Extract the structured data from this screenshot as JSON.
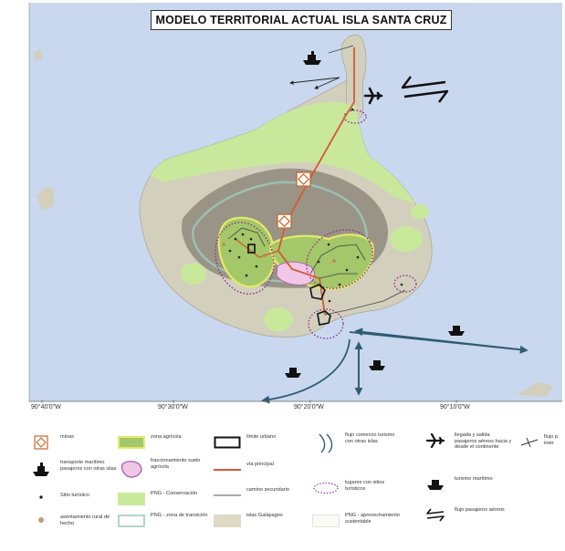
{
  "map": {
    "title": "MODELO TERRITORIAL ACTUAL ISLA SANTA CRUZ",
    "colors": {
      "sea": "#c9d8ee",
      "park_conservation": "#c9e99a",
      "transition_zone": "#b9e3d2",
      "highland": "#8f8a7e",
      "lowland": "#d3cfbd",
      "agricultural_zone": "#a3c769",
      "agri_outline": "#e5ea6a",
      "urban_sprawl": "#a86ab0",
      "main_road": "#d35a35",
      "flow_arrow": "#2f5c73",
      "dotted_outline": "#8a2f8c"
    },
    "coordinates": [
      "90°40'0\"W",
      "90°30'0\"W",
      "90°20'0\"W",
      "90°10'0\"W"
    ]
  },
  "legend": {
    "items": [
      {
        "icon": "mine-icon",
        "label": "minas"
      },
      {
        "icon": "agricultural-zone-swatch",
        "label": "zona agrícola"
      },
      {
        "icon": "urban-limit-swatch",
        "label": "límite urbano"
      },
      {
        "icon": "commerce-flow-icon",
        "label": "flujo comercio turismo con otras islas"
      },
      {
        "icon": "airplane-icon",
        "label": "llegada y salida pasajeros aéreos hacia y desde el continente"
      },
      {
        "icon": "interisland-flow-icon",
        "label": "flujo p. inter"
      },
      {
        "icon": "maritime-transport-icon",
        "label": "transporte marítimo pasajeros con otras islas"
      },
      {
        "icon": "agricultural-sprawl-swatch",
        "label": "fraccionamiento suelo agrícola"
      },
      {
        "icon": "main-road-line",
        "label": "vía principal"
      },
      {
        "icon": "tourist-places-outline",
        "label": "lugares con sitios turísticos"
      },
      {
        "icon": "maritime-tourism-icon",
        "label": "turismo marítimo"
      },
      {
        "icon": "tourist-site-dot",
        "label": "Sitio turístico"
      },
      {
        "icon": "conservation-swatch",
        "label": "PNG - Conservación"
      },
      {
        "icon": "secondary-road-line",
        "label": "camino secundario"
      },
      {
        "icon": "rural-settlement-dot",
        "label": "asentamiento rural de hecho"
      },
      {
        "icon": "transition-zone-swatch",
        "label": "PNG - zona de transición"
      },
      {
        "icon": "galapagos-islands-swatch",
        "label": "islas Galápagos"
      },
      {
        "icon": "sustainable-use-swatch",
        "label": "PNG - aprovechamiento sustentable"
      },
      {
        "icon": "air-passenger-flow-icon",
        "label": "flujo pasajeros aéreos"
      }
    ]
  }
}
